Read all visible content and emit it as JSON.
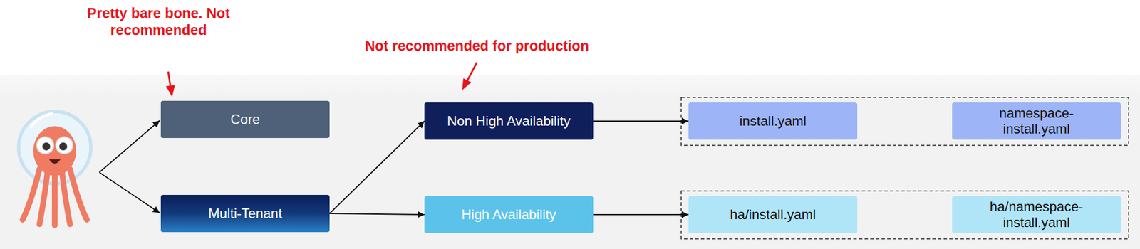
{
  "diagram": {
    "nodes": [
      {
        "text": [
          "Core"
        ]
      },
      {
        "text": [
          "Non High Availability"
        ]
      },
      {
        "text": [
          "install.yaml"
        ]
      },
      {
        "text": [
          "namespace-install.yaml"
        ]
      },
      {
        "text": [
          "Multi-Tenant"
        ]
      },
      {
        "text": [
          "High Availability"
        ]
      },
      {
        "text": [
          "ha/install.yaml"
        ]
      },
      {
        "text": [
          "ha/namespace-install.yaml"
        ]
      }
    ],
    "edges": [
      {
        "from": 4,
        "to": 1,
        "arrow": "to"
      },
      {
        "from": 4,
        "to": 5,
        "arrow": "to"
      },
      {
        "from": 1,
        "to": 2,
        "arrow": "to"
      },
      {
        "from": 5,
        "to": 6,
        "arrow": "to"
      }
    ],
    "labels": [
      "Pretty bare bone. Not recommended",
      "Not recommended for production"
    ]
  }
}
